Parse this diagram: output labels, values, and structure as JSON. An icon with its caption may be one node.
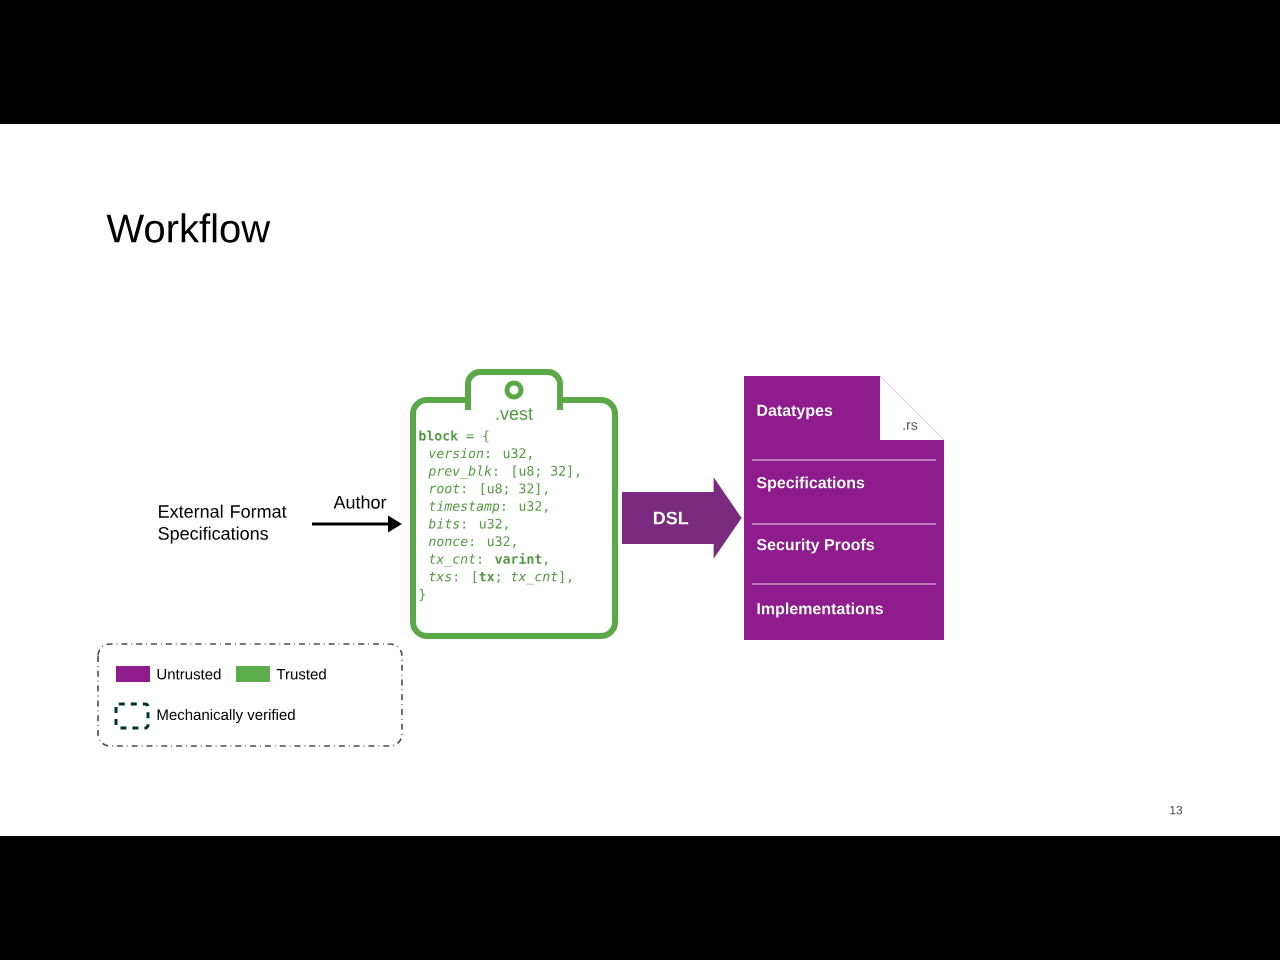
{
  "diagram": {
    "title": "Workflow",
    "nodes": [
      {
        "text": [
          "External Format Specifications"
        ]
      },
      {
        "text": [
          ".vest",
          "**block** = {",
          "*version*: u32,",
          "*prev_blk*: [u8; 32],",
          "*root*: [u8; 32],",
          "*timestamp*: u32,",
          "*bits*: u32,",
          "*nonce*: u32,",
          "*tx_cnt*: **varint**,",
          "*txs*: [**tx**; *tx_cnt*],",
          "}"
        ]
      },
      {
        "text": [
          ".rs",
          "Datatypes",
          "Specifications",
          "Security Proofs",
          "Implementations"
        ]
      }
    ],
    "edges": [
      {
        "from": 0,
        "to": 1,
        "arrow": "to",
        "label": "Author"
      },
      {
        "from": 1,
        "to": 2,
        "arrow": "to",
        "label": "DSL",
        "style": "thick",
        "color": "#7a2a7f"
      }
    ],
    "labels": [
      "13"
    ],
    "legend": [
      {
        "text": "Untrusted",
        "color": "#8e1c8c"
      },
      {
        "text": "Trusted",
        "color": "#5cae4c"
      },
      {
        "text": "Mechanically verified"
      }
    ]
  }
}
